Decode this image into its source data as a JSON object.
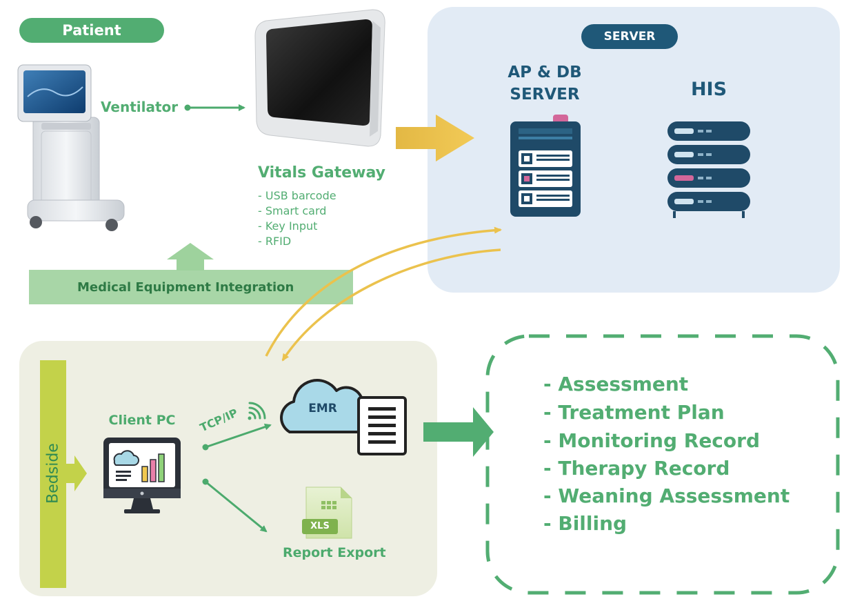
{
  "patient": {
    "label": "Patient"
  },
  "ventilator": {
    "label": "Ventilator"
  },
  "gateway": {
    "title": "Vitals Gateway",
    "inputs": [
      "- USB barcode",
      "- Smart card",
      "- Key Input",
      "- RFID"
    ]
  },
  "integration": {
    "label": "Medical Equipment Integration"
  },
  "server": {
    "badge": "SERVER",
    "ap_db_line1": "AP & DB",
    "ap_db_line2": "SERVER",
    "his": "HIS"
  },
  "bedside": {
    "label": "Bedside",
    "client_pc": "Client PC",
    "protocol": "TCP/IP",
    "emr": "EMR",
    "report_export": "Report Export",
    "xls": "XLS"
  },
  "features": {
    "items": [
      "- Assessment",
      "- Treatment Plan",
      "- Monitoring Record",
      "- Therapy Record",
      "- Weaning Assessment",
      "- Billing"
    ]
  },
  "colors": {
    "green": "#52ad72",
    "green_dark": "#2f8a52",
    "server_bg": "#e2ebf5",
    "server_navy": "#1f5878",
    "bedside_bg": "#eeefe3",
    "lime": "#c3d24a",
    "gold": "#e6bd3c"
  }
}
